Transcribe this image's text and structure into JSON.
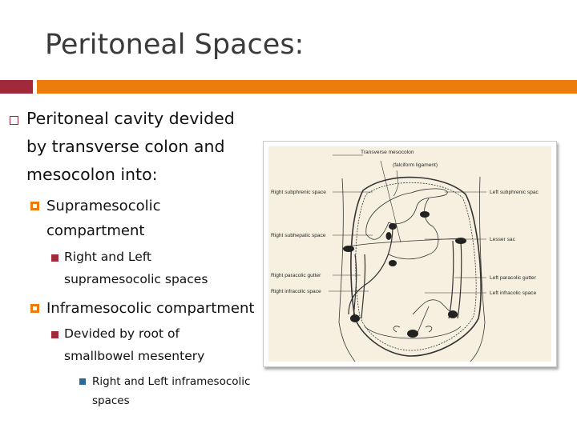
{
  "slide": {
    "title": "Peritoneal Spaces:",
    "accent_colors": {
      "dark_red": "#a02a3a",
      "orange": "#ec7c0c",
      "blue": "#2a6a98"
    }
  },
  "bullets": {
    "l1": {
      "lines": [
        "Peritoneal cavity devided",
        "by transverse colon and",
        "mesocolon into:"
      ]
    },
    "supra": {
      "lines": [
        "Supramesocolic",
        "compartment"
      ]
    },
    "supra_sub": {
      "lines": [
        "Right and Left",
        "supramesocolic spaces"
      ]
    },
    "infra": {
      "lines": [
        "Inframesocolic compartment"
      ]
    },
    "infra_sub": {
      "lines": [
        "Devided by root of",
        "smallbowel mesentery"
      ]
    },
    "infra_sub_sub": {
      "lines": [
        "Right and Left inframesocolic",
        "spaces"
      ]
    }
  },
  "diagram": {
    "labels": {
      "transverse_mesocolon": "Transverse mesocolon",
      "falciform_ligament": "(falciform ligament)",
      "right_subphrenic": "Right subphrenic space",
      "left_subphrenic": "Left subphrenic spac",
      "right_subhepatic": "Right subhepatic space",
      "lesser_sac": "Lesser sac",
      "right_paracolic": "Right paracolic gutter",
      "right_infracolic": "Right infracolic space",
      "left_paracolic": "Left paracolic gutter",
      "left_infracolic": "Left infracolic space"
    }
  }
}
